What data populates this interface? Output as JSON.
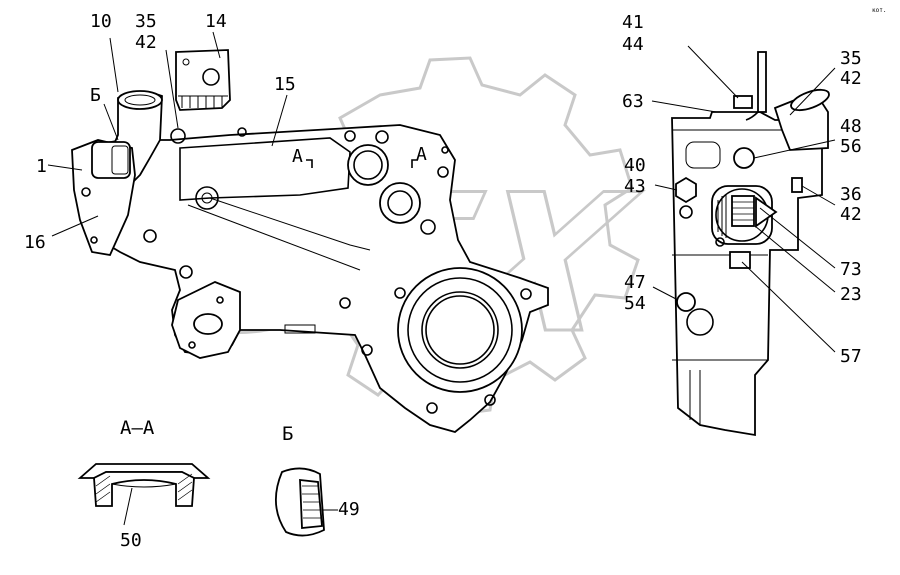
{
  "corner_mark": "кот.",
  "watermark_text": "GEX",
  "section_labels": {
    "aa": "А–А",
    "b": "Б"
  },
  "main_view": {
    "callouts": [
      {
        "id": "c10",
        "text": "10"
      },
      {
        "id": "c35",
        "text": "35"
      },
      {
        "id": "c42",
        "text": "42"
      },
      {
        "id": "c14",
        "text": "14"
      },
      {
        "id": "c15",
        "text": "15"
      },
      {
        "id": "cB",
        "text": "Б"
      },
      {
        "id": "c1",
        "text": "1"
      },
      {
        "id": "c16",
        "text": "16"
      },
      {
        "id": "cA1",
        "text": "А"
      },
      {
        "id": "cA2",
        "text": "А"
      }
    ]
  },
  "side_view": {
    "callouts": [
      {
        "id": "s41",
        "text": "41"
      },
      {
        "id": "s44",
        "text": "44"
      },
      {
        "id": "s63",
        "text": "63"
      },
      {
        "id": "s35",
        "text": "35"
      },
      {
        "id": "s42a",
        "text": "42"
      },
      {
        "id": "s48",
        "text": "48"
      },
      {
        "id": "s56",
        "text": "56"
      },
      {
        "id": "s40",
        "text": "40"
      },
      {
        "id": "s43",
        "text": "43"
      },
      {
        "id": "s36",
        "text": "36"
      },
      {
        "id": "s42b",
        "text": "42"
      },
      {
        "id": "s73",
        "text": "73"
      },
      {
        "id": "s47",
        "text": "47"
      },
      {
        "id": "s54",
        "text": "54"
      },
      {
        "id": "s23",
        "text": "23"
      },
      {
        "id": "s57",
        "text": "57"
      }
    ]
  },
  "details": {
    "aa_part": "50",
    "b_part": "49"
  }
}
